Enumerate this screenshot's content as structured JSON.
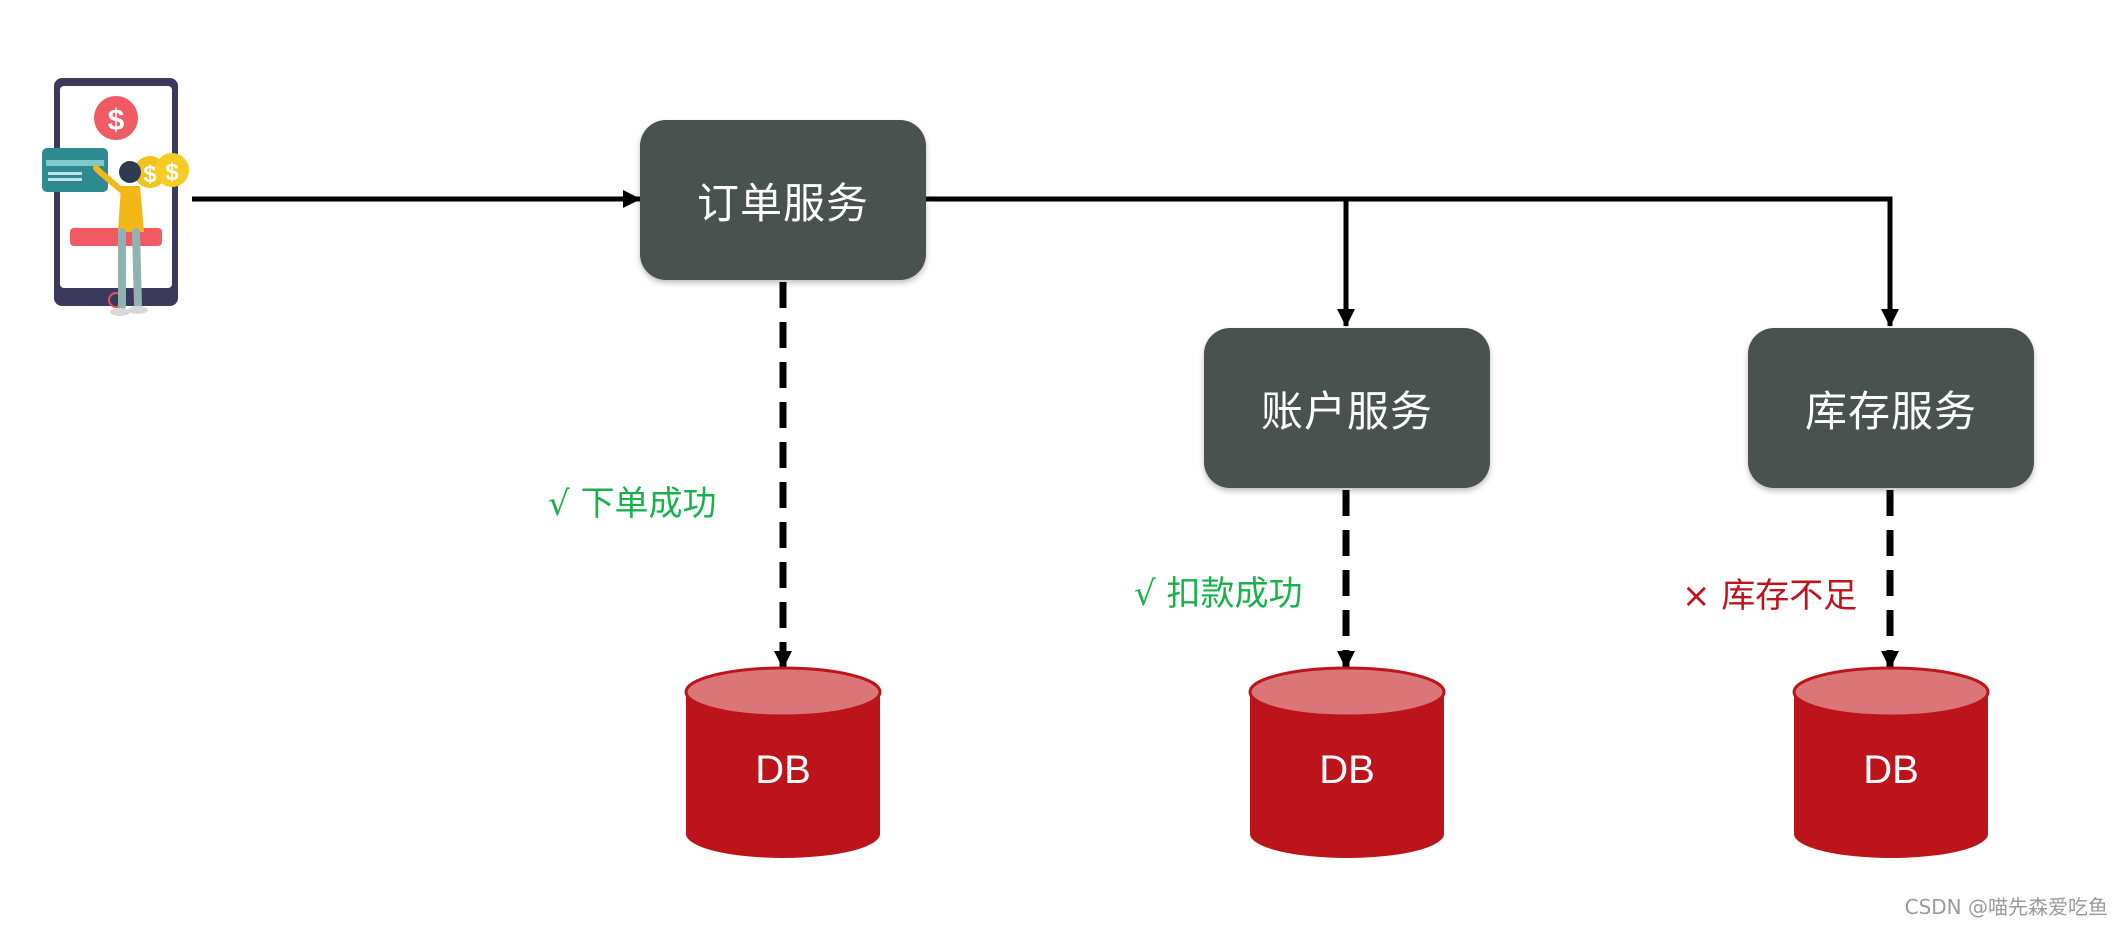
{
  "services": {
    "order": {
      "label": "订单服务"
    },
    "account": {
      "label": "账户服务"
    },
    "inventory": {
      "label": "库存服务"
    }
  },
  "statuses": {
    "order": {
      "text": "√  下单成功",
      "color": "#18b14c"
    },
    "account": {
      "text": "√  扣款成功",
      "color": "#18b14c"
    },
    "inventory": {
      "text": "× 库存不足",
      "color": "#c0141c"
    }
  },
  "databases": {
    "order_db": {
      "label": "DB"
    },
    "account_db": {
      "label": "DB"
    },
    "inventory_db": {
      "label": "DB"
    }
  },
  "colors": {
    "service_box": "#4a5250",
    "db_body": "#bd141c",
    "db_top": "#da7578",
    "success_text": "#18b14c",
    "failure_text": "#c0141c"
  },
  "watermark": "CSDN @喵先森爱吃鱼"
}
